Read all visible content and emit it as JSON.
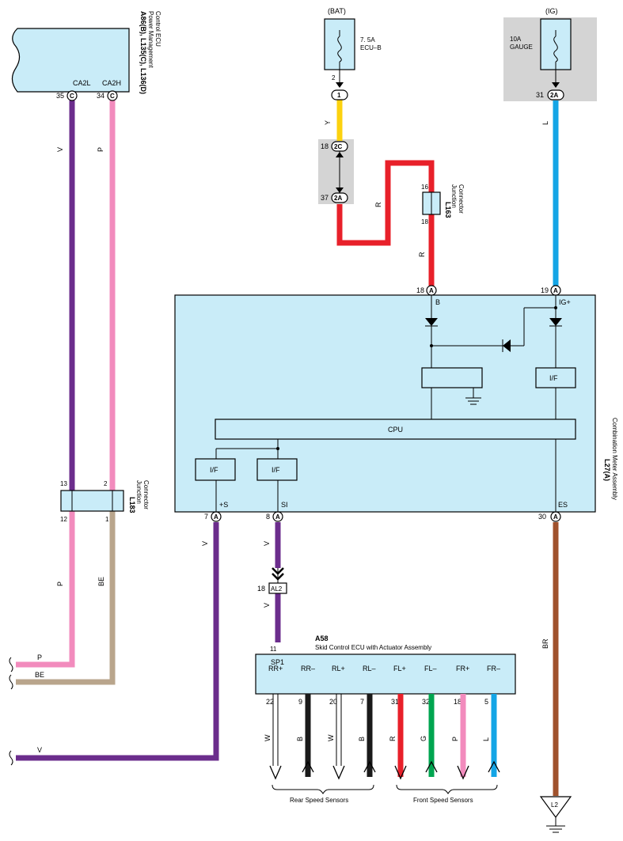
{
  "pmecu": {
    "code": "A86(B), L135(C), L136(D)",
    "name_line1": "Power Management",
    "name_line2": "Control ECU",
    "pin_ca2l": "CA2L",
    "pin_ca2h": "CA2H",
    "pin35": "35",
    "pin34": "34",
    "conn": "C"
  },
  "bat": {
    "label": "(BAT)",
    "fuse_line1": "7. 5A",
    "fuse_line2": "ECU–B",
    "pin_top": "2",
    "conn_1": "1",
    "conn_2c": "2C",
    "pin_2c": "18",
    "conn_2a": "2A",
    "pin_2a": "37",
    "wire_y": "Y",
    "wire_r1": "R",
    "wire_r2": "R"
  },
  "ig": {
    "label": "(IG)",
    "fuse_line1": "10A",
    "fuse_line2": "GAUGE",
    "conn": "2A",
    "pin": "31",
    "wire_l": "L"
  },
  "l163": {
    "code": "L163",
    "name_line1": "Junction",
    "name_line2": "Connector",
    "pin_top": "16",
    "pin_bottom": "18"
  },
  "l183": {
    "code": "L183",
    "name_line1": "Junction",
    "name_line2": "Connector",
    "pin13": "13",
    "pin2": "2",
    "pin12": "12",
    "pin1": "1"
  },
  "meter": {
    "code": "L27(A)",
    "name": "Combination Meter Assembly",
    "conn": "A",
    "pin18": "18",
    "pin19": "19",
    "pin7": "7",
    "pin8": "8",
    "pin30": "30",
    "term_b": "B",
    "term_ig": "IG+",
    "term_s": "+S",
    "term_si": "SI",
    "term_es": "ES",
    "if_label": "I/F",
    "cpu_label": "CPU"
  },
  "wires": {
    "v1": "V",
    "p1": "P",
    "p2": "P",
    "be": "BE",
    "v2": "V",
    "v3": "V",
    "v4": "V",
    "br": "BR",
    "p_left": "P",
    "be_left": "BE",
    "v_left": "V"
  },
  "al2": {
    "conn": "AL2",
    "pin": "18"
  },
  "skid": {
    "code": "A58",
    "name": "Skid Control ECU with Actuator Assembly",
    "pin_top": "11",
    "term_sp1": "SP1",
    "terms": [
      "RR+",
      "RR–",
      "RL+",
      "RL–",
      "FL+",
      "FL–",
      "FR+",
      "FR–"
    ],
    "pins": [
      "22",
      "9",
      "20",
      "7",
      "31",
      "32",
      "18",
      "5"
    ],
    "wire_colors": [
      "W",
      "B",
      "W",
      "B",
      "R",
      "G",
      "P",
      "L"
    ],
    "rear_group": "Rear Speed Sensors",
    "front_group": "Front Speed Sensors"
  },
  "ground": {
    "label": "L2"
  },
  "colors": {
    "purple": "#6b2d8c",
    "pink": "#f28bbd",
    "tan": "#b9a58c",
    "yellow": "#fcd20f",
    "red": "#e8202a",
    "blue": "#14a5e6",
    "brown": "#a0522d",
    "green": "#00a550",
    "black": "#1a1a1a",
    "box": "#c9ecf8"
  }
}
